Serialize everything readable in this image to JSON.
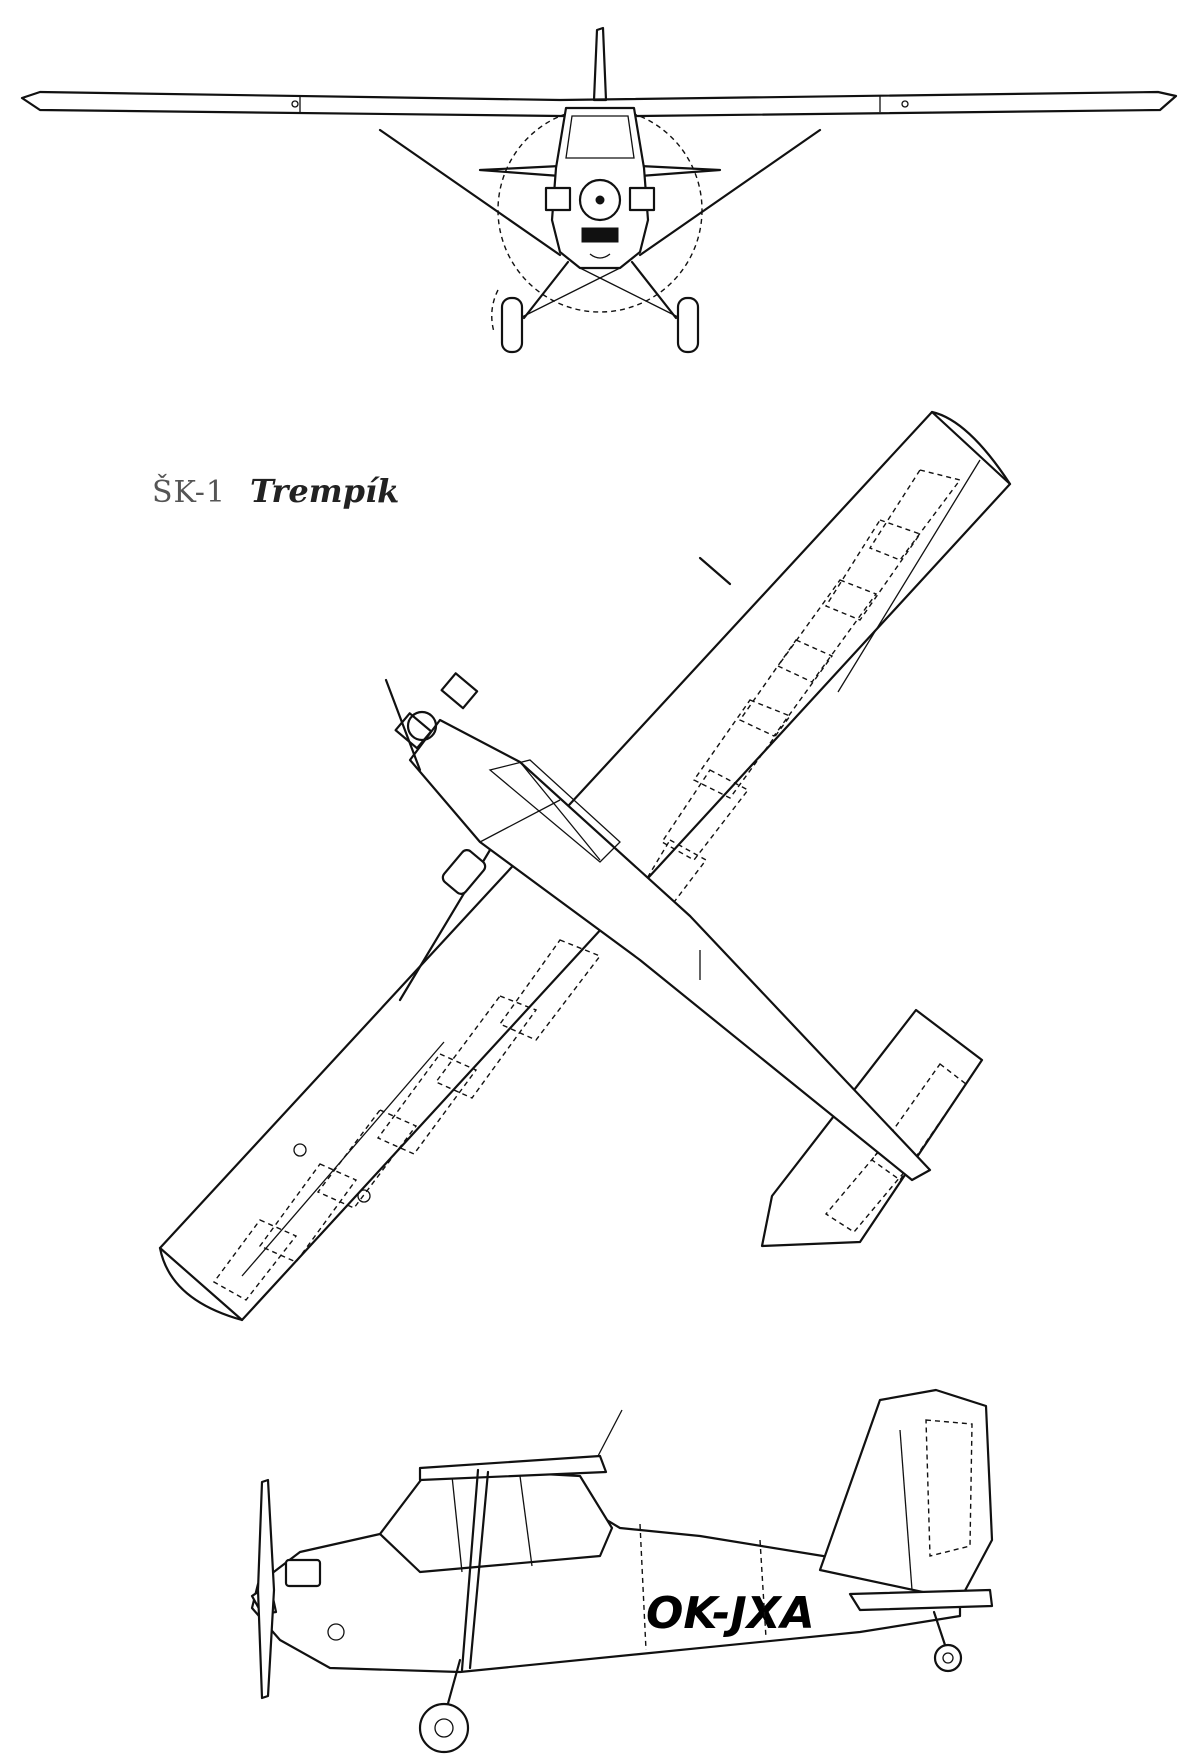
{
  "drawing": {
    "title_code": "ŠK-1",
    "title_name": "Trempík",
    "registration": "OK-JXA"
  },
  "views": [
    "front-view",
    "top-view",
    "side-view"
  ]
}
